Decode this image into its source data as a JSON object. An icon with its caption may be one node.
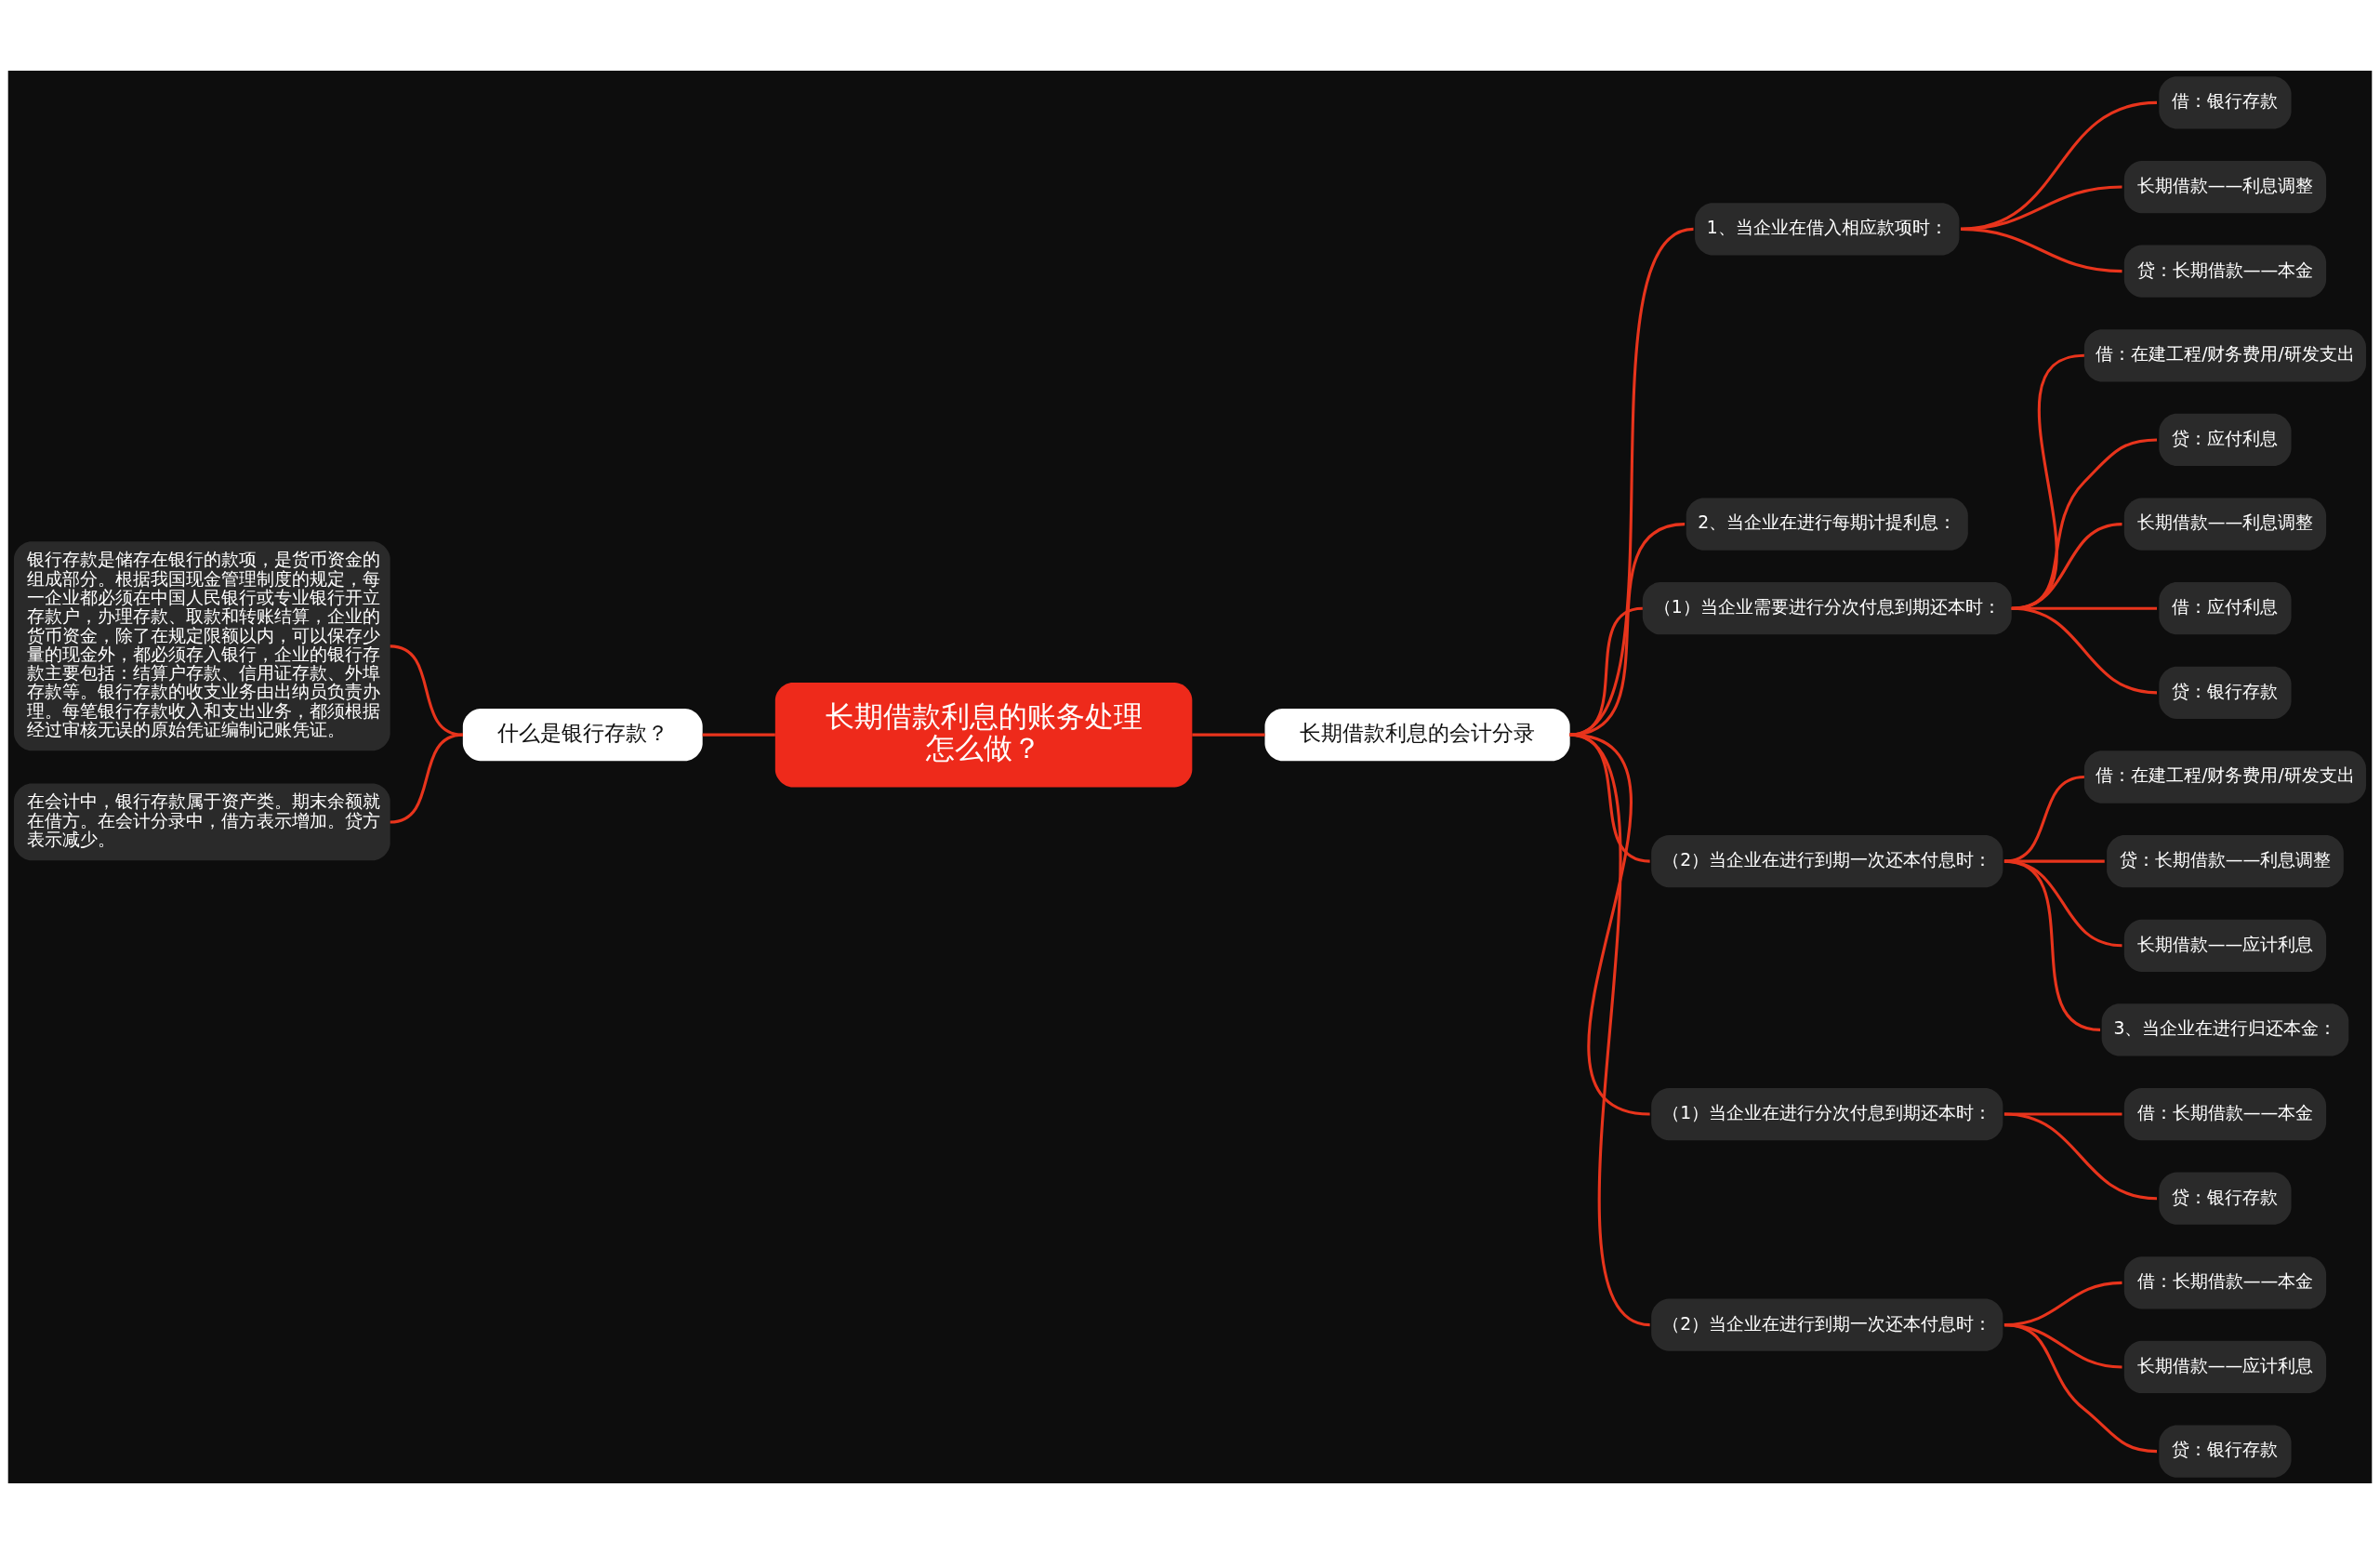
{
  "diagram": {
    "nodes": [
      {
        "text": [
          "长期借款利息的账务处理怎么做？"
        ]
      },
      {
        "text": [
          "什么是银行存款？"
        ]
      },
      {
        "text": [
          "银行存款是储存在银行的款项，是货币资金的组成部分。根据我国现金管理制度的规定，每一企业都必须在中国人民银行或专业银行开立存款户，办理存款、取款和转账结算，企业的货币资金，除了在规定限额以内，可以保存少量的现金外，都必须存入银行，企业的银行存款主要包括：结算户存款、信用证存款、外埠存款等。银行存款的收支业务由出纳员负责办理。每笔银行存款收入和支出业务，都须根据经过审核无误的原始凭证编制记账凭证。"
        ]
      },
      {
        "text": [
          "在会计中，银行存款属于资产类。期末余额就在借方。在会计分录中，借方表示增加。贷方表示减少。"
        ]
      },
      {
        "text": [
          "长期借款利息的会计分录"
        ]
      },
      {
        "text": [
          "1、当企业在借入相应款项时："
        ]
      },
      {
        "text": [
          "借：银行存款"
        ]
      },
      {
        "text": [
          "长期借款——利息调整"
        ]
      },
      {
        "text": [
          "贷：长期借款——本金"
        ]
      },
      {
        "text": [
          "2、当企业在进行每期计提利息："
        ]
      },
      {
        "text": [
          "（1）当企业需要进行分次付息到期还本时："
        ]
      },
      {
        "text": [
          "借：在建工程/财务费用/研发支出"
        ]
      },
      {
        "text": [
          "贷：应付利息"
        ]
      },
      {
        "text": [
          "长期借款——利息调整"
        ]
      },
      {
        "text": [
          "借：应付利息"
        ]
      },
      {
        "text": [
          "贷：银行存款"
        ]
      },
      {
        "text": [
          "（2）当企业在进行到期一次还本付息时："
        ]
      },
      {
        "text": [
          "借：在建工程/财务费用/研发支出"
        ]
      },
      {
        "text": [
          "贷：长期借款——利息调整"
        ]
      },
      {
        "text": [
          "长期借款——应计利息"
        ]
      },
      {
        "text": [
          "3、当企业在进行归还本金："
        ]
      },
      {
        "text": [
          "（1）当企业在进行分次付息到期还本时："
        ]
      },
      {
        "text": [
          "借：长期借款——本金"
        ]
      },
      {
        "text": [
          "贷：银行存款"
        ]
      },
      {
        "text": [
          "（2）当企业在进行到期一次还本付息时："
        ]
      },
      {
        "text": [
          "借：长期借款——本金"
        ]
      },
      {
        "text": [
          "长期借款——应计利息"
        ]
      },
      {
        "text": [
          "贷：银行存款"
        ]
      }
    ],
    "edges": [
      {
        "from": 2,
        "to": 1,
        "arrow": "none"
      },
      {
        "from": 3,
        "to": 1,
        "arrow": "none"
      },
      {
        "from": 1,
        "to": 0,
        "arrow": "none"
      },
      {
        "from": 0,
        "to": 4,
        "arrow": "none"
      },
      {
        "from": 4,
        "to": 5,
        "arrow": "none"
      },
      {
        "from": 5,
        "to": 6,
        "arrow": "none"
      },
      {
        "from": 5,
        "to": 7,
        "arrow": "none"
      },
      {
        "from": 5,
        "to": 8,
        "arrow": "none"
      },
      {
        "from": 4,
        "to": 9,
        "arrow": "none"
      },
      {
        "from": 4,
        "to": 10,
        "arrow": "none"
      },
      {
        "from": 10,
        "to": 11,
        "arrow": "none"
      },
      {
        "from": 10,
        "to": 12,
        "arrow": "none"
      },
      {
        "from": 10,
        "to": 13,
        "arrow": "none"
      },
      {
        "from": 10,
        "to": 14,
        "arrow": "none"
      },
      {
        "from": 10,
        "to": 15,
        "arrow": "none"
      },
      {
        "from": 4,
        "to": 16,
        "arrow": "none"
      },
      {
        "from": 16,
        "to": 17,
        "arrow": "none"
      },
      {
        "from": 16,
        "to": 18,
        "arrow": "none"
      },
      {
        "from": 16,
        "to": 19,
        "arrow": "none"
      },
      {
        "from": 16,
        "to": 20,
        "arrow": "none"
      },
      {
        "from": 4,
        "to": 21,
        "arrow": "none"
      },
      {
        "from": 21,
        "to": 22,
        "arrow": "none"
      },
      {
        "from": 21,
        "to": 23,
        "arrow": "none"
      },
      {
        "from": 4,
        "to": 24,
        "arrow": "none"
      },
      {
        "from": 24,
        "to": 25,
        "arrow": "none"
      },
      {
        "from": 24,
        "to": 26,
        "arrow": "none"
      },
      {
        "from": 24,
        "to": 27,
        "arrow": "none"
      }
    ]
  }
}
